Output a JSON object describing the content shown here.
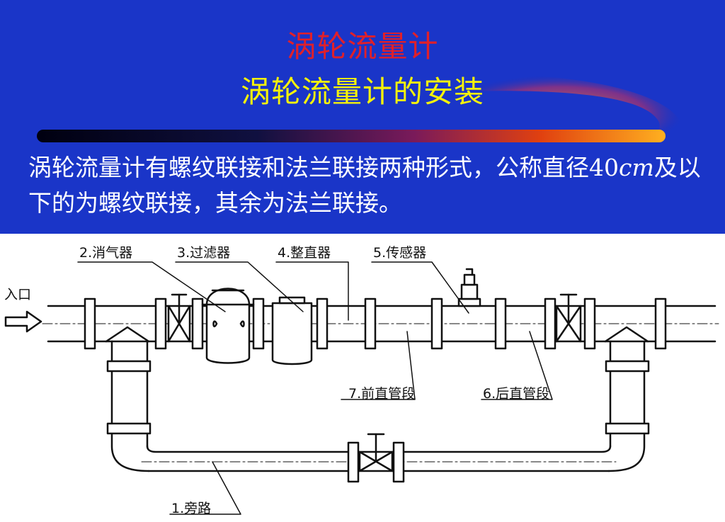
{
  "slide": {
    "title": "涡轮流量计",
    "subtitle": "涡轮流量计的安装",
    "body_part1": "涡轮流量计有螺纹联接和法兰联接两种形式，公称直径40",
    "body_unit": "cm",
    "body_part2": "及以下的为螺纹联接，其余为法兰联接。"
  },
  "colors": {
    "background": "#1a35c8",
    "title": "#e0202a",
    "subtitle": "#f5f20a",
    "body_text": "#ffffff"
  },
  "diagram": {
    "inlet_label": "入口",
    "labels": {
      "bypass": "1.旁路",
      "air_eliminator": "2.消气器",
      "filter": "3.过滤器",
      "flow_straightener": "4.整直器",
      "sensor": "5.传感器",
      "downstream_straight": "6.后直管段",
      "upstream_straight": "7.前直管段"
    }
  }
}
